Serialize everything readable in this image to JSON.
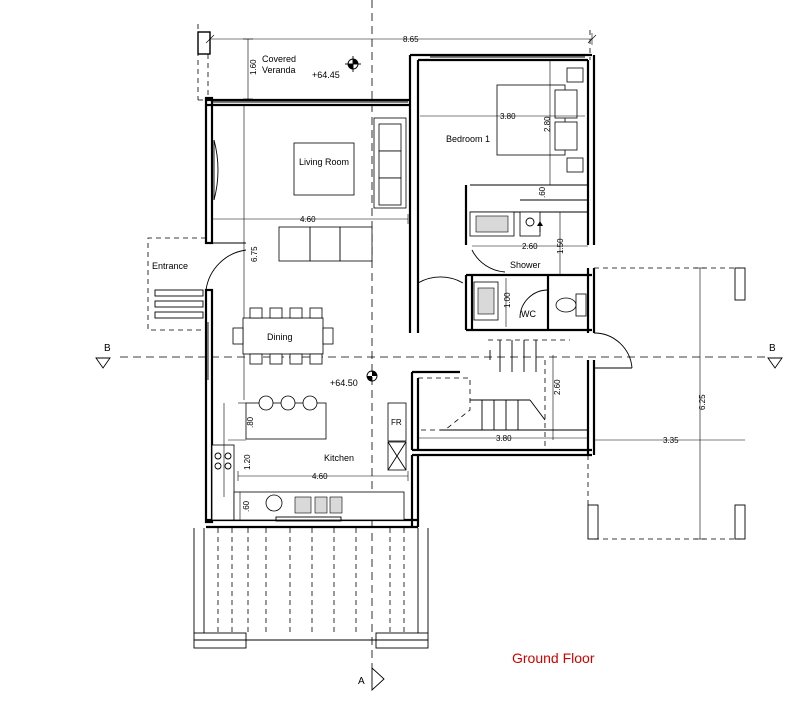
{
  "title": "Ground Floor",
  "rooms": {
    "veranda": "Covered\nVeranda",
    "living": "Living Room",
    "bedroom": "Bedroom 1",
    "shower": "Shower",
    "wc": "WC",
    "entrance": "Entrance",
    "dining": "Dining",
    "kitchen": "Kitchen",
    "fr": "FR"
  },
  "levels": {
    "veranda": "+64.45",
    "main": "+64.50"
  },
  "dimensions": {
    "overall_width": "8.65",
    "veranda_depth": "1.60",
    "living_width": "4.60",
    "living_height": "6.75",
    "bedroom_width": "3.80",
    "bedroom_height": "2.80",
    "shower_width": "2.60",
    "shower_height": "1.50",
    "shower_top": ".60",
    "wc_width": "1.00",
    "stair_height": "2.60",
    "stair_width": "3.80",
    "garage_width": "3.35",
    "garage_height": "6.25",
    "island_depth": ".80",
    "kitchen_gap": "1.20",
    "kitchen_width": "4.60",
    "counter_depth": ".60"
  },
  "sections": {
    "b_left": "B",
    "b_right": "B",
    "a_bottom": "A"
  }
}
